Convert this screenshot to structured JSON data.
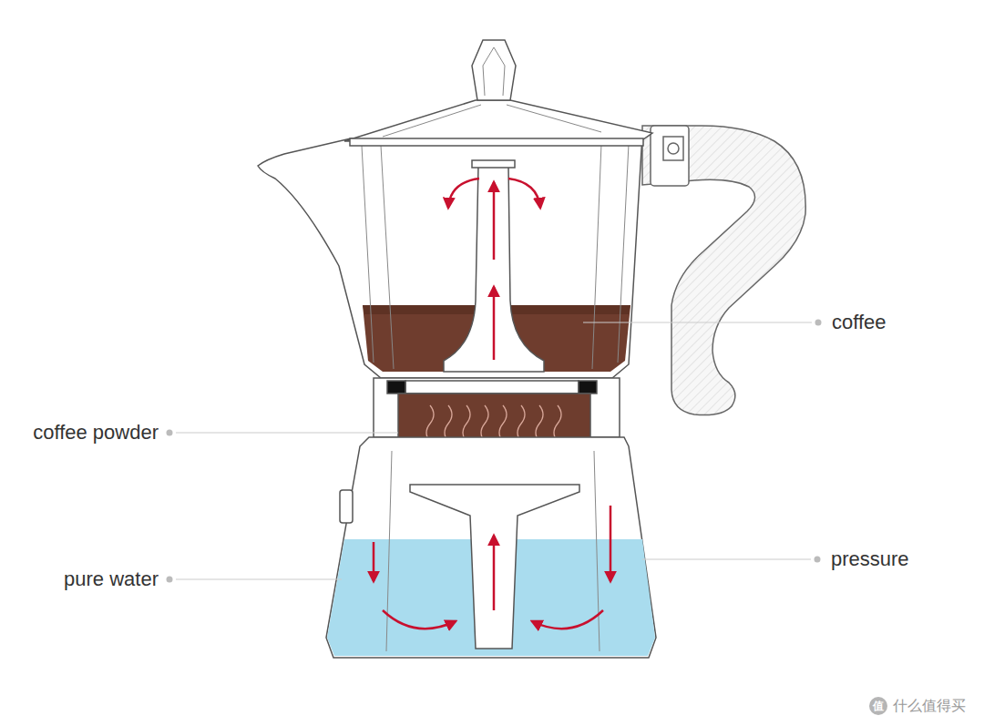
{
  "diagram": {
    "labels": [
      "coffee",
      "coffee powder",
      "pure water",
      "pressure",
      "值",
      "什么值得买"
    ]
  }
}
